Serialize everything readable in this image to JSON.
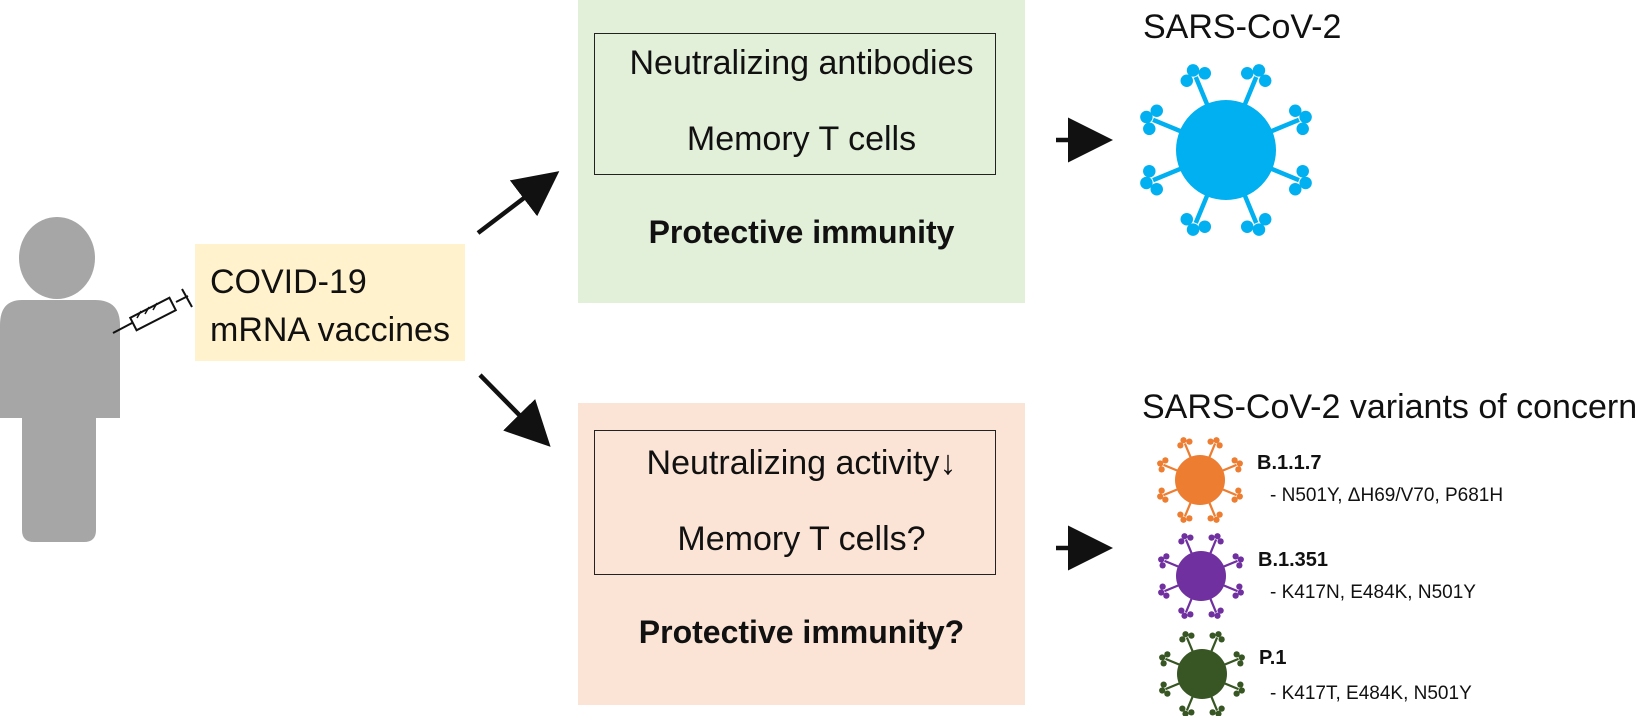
{
  "vaccine": {
    "label_line1": "COVID-19",
    "label_line2": "mRNA vaccines"
  },
  "top_panel": {
    "line1": "Neutralizing antibodies",
    "line2": "Memory T cells",
    "conclusion": "Protective immunity"
  },
  "bottom_panel": {
    "line1": "Neutralizing activity↓",
    "line2": "Memory T cells?",
    "conclusion": "Protective immunity?"
  },
  "wild_type": {
    "title": "SARS-CoV-2"
  },
  "variants": {
    "title": "SARS-CoV-2 variants of concern",
    "items": [
      {
        "name": "B.1.1.7",
        "mutations": "- N501Y, ΔH69/V70, P681H",
        "color": "#ed7d31"
      },
      {
        "name": "B.1.351",
        "mutations": "- K417N, E484K, N501Y",
        "color": "#7030a0"
      },
      {
        "name": "P.1",
        "mutations": "- K417T, E484K, N501Y",
        "color": "#375623"
      }
    ]
  },
  "colors": {
    "person": "#a6a6a6",
    "wild_type_virus": "#00b0f0",
    "vaccine_box": "#fff2cc",
    "top_panel": "#e2efd9",
    "bottom_panel": "#fbe4d6"
  },
  "icons": [
    "person-silhouette-icon",
    "syringe-icon",
    "arrow-icon",
    "virus-icon"
  ]
}
